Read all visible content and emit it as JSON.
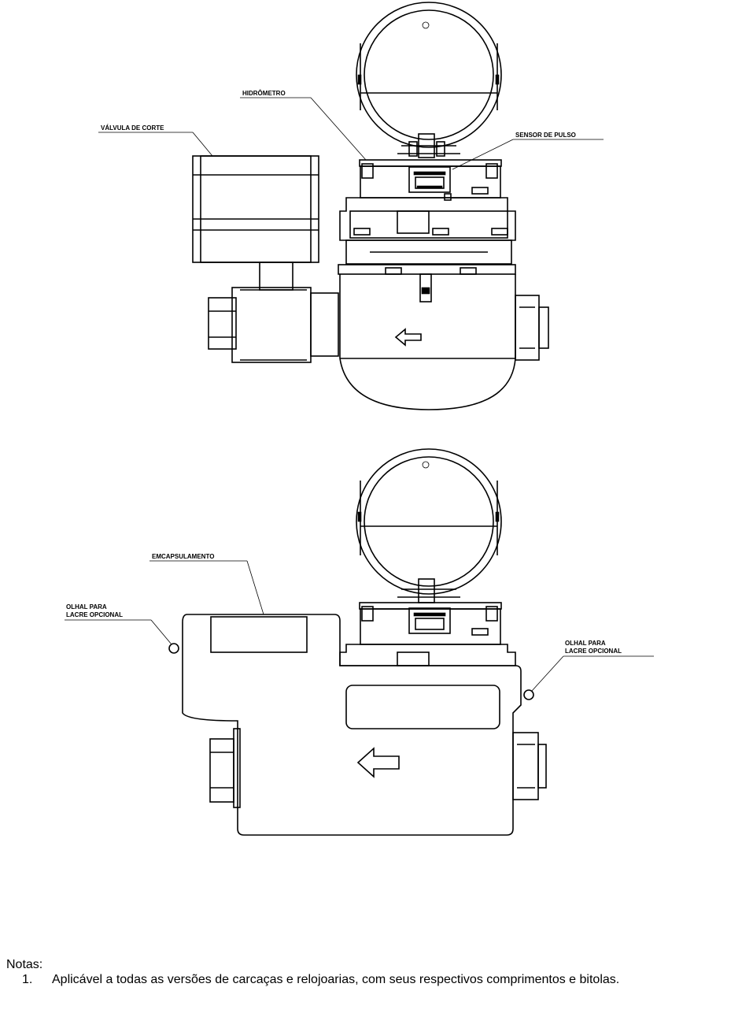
{
  "labels": {
    "hidrometro": "HIDRÔMETRO",
    "valvula": "VÁLVULA DE CORTE",
    "sensor": "SENSOR DE PULSO",
    "emcapsulamento": "EMCAPSULAMENTO",
    "olhal_left": [
      "OLHAL PARA",
      "LACRE OPCIONAL"
    ],
    "olhal_right": [
      "OLHAL PARA",
      "LACRE OPCIONAL"
    ]
  },
  "notes": {
    "title": "Notas:",
    "items": [
      {
        "number": "1.",
        "text": "Aplicável a todas as versões de carcaças e relojoarias, com seus respectivos comprimentos e bitolas."
      }
    ]
  }
}
